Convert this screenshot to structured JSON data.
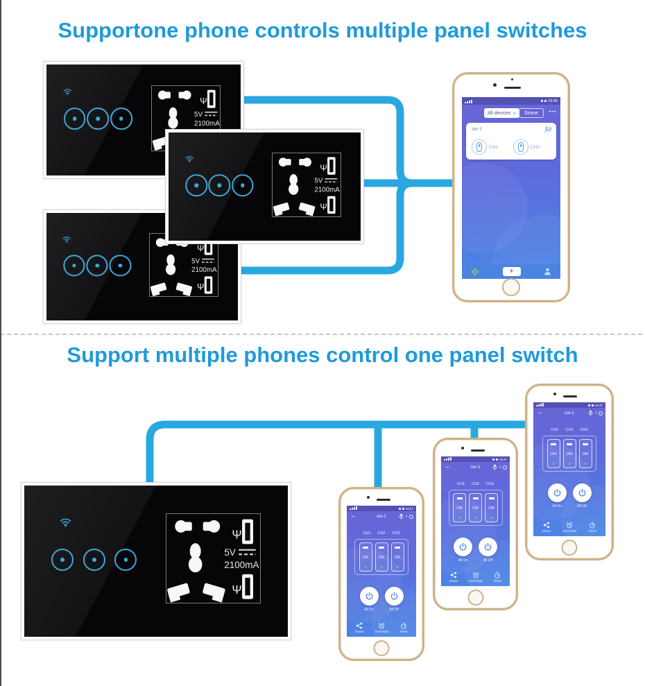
{
  "page": {
    "background": "#ffffff",
    "title_color": "#1f9ada",
    "wire_color": "#2aa7e0"
  },
  "sections": {
    "one": {
      "title": "Supportone phone controls multiple panel switches"
    },
    "two": {
      "title": "Support multiple phones control one panel switch"
    }
  },
  "panel": {
    "voltage": "5V",
    "current": "2100mA",
    "usb_glyph": "Ψ",
    "touch_button_count": 3,
    "ring_color": "#3fa9dc"
  },
  "phone_home": {
    "status_time": "23:46",
    "all_devices_label": "All devices",
    "dropdown_glyph": "∨",
    "scene_label": "Scene",
    "more_label": "•••",
    "card": {
      "device_name": "sw-1",
      "channels": [
        "CH1",
        "CH2"
      ]
    },
    "add_label": "+"
  },
  "phone_detail": {
    "status_time": "10:47",
    "back_glyph": "←",
    "title": "sw-1",
    "info_glyph": "i",
    "channels": [
      "CH1",
      "CH2",
      "CH3"
    ],
    "switch_state": "ON",
    "all_on_label": "All On",
    "all_off_label": "All Off",
    "tabs": [
      "Share",
      "Schedule",
      "Timer"
    ]
  },
  "icons": {
    "wifi": "wifi-icon",
    "usb": "usb-icon",
    "member": "member-share-icon",
    "apps": "grid-icon",
    "add": "add-icon",
    "profile": "profile-icon",
    "mic": "mic-icon",
    "info": "info-icon",
    "record": "record-circle-icon",
    "power": "power-icon",
    "share": "share-icon",
    "schedule": "alarm-icon",
    "timer": "timer-icon"
  }
}
